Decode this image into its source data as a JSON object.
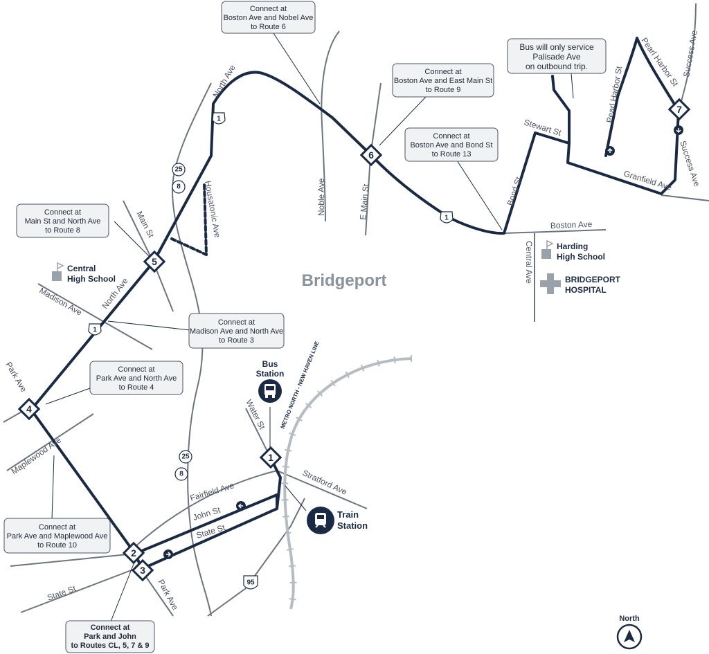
{
  "city": "Bridgeport",
  "streets": {
    "north_ave": "North Ave",
    "north_ave_2": "North Ave",
    "main_st": "Main St",
    "madison_ave": "Madison Ave",
    "park_ave_top": "Park Ave",
    "maplewood_ave": "Maplewood Ave",
    "fairfield_ave": "Fairfield Ave",
    "john_st": "John St",
    "state_st_upper": "State St",
    "state_st_lower": "State St",
    "park_ave_bottom": "Park Ave",
    "housatonic_ave": "Housatonic Ave",
    "water_st": "Water St",
    "stratford_ave": "Stratford Ave",
    "noble_ave": "Noble Ave",
    "e_main_st": "E Main St",
    "bond_st": "Bond St",
    "boston_ave": "Boston Ave",
    "central_ave": "Central Ave",
    "stewart_st": "Stewart St",
    "pearl_harbor_st_1": "Pearl Harbor St",
    "pearl_harbor_st_2": "Pearl Harbor St",
    "success_ave_1": "Success Ave",
    "success_ave_2": "Success Ave",
    "granfield_ave": "Granfield Ave",
    "rail_line": "METRO NORTH - NEW HAVEN LINE"
  },
  "highway_shields": {
    "us1_a": "1",
    "us1_b": "1",
    "us1_c": "1",
    "rt25_a": "25",
    "rt8_a": "8",
    "rt25_b": "25",
    "rt8_b": "8",
    "i95": "95"
  },
  "stops": [
    {
      "num": "1"
    },
    {
      "num": "2"
    },
    {
      "num": "3"
    },
    {
      "num": "4"
    },
    {
      "num": "5"
    },
    {
      "num": "6"
    },
    {
      "num": "7"
    }
  ],
  "callouts": {
    "c_stop6_top": [
      "Connect at",
      "Boston Ave and Nobel Ave",
      "to Route 6"
    ],
    "c_stop6": [
      "Connect at",
      "Boston Ave and East Main St",
      "to Route 9"
    ],
    "c_bond": [
      "Connect at",
      "Boston Ave and Bond St",
      "to Route 13"
    ],
    "c_palisade": [
      "Bus will only service",
      "Palisade Ave",
      "on outbound trip."
    ],
    "c_stop5": [
      "Connect at",
      "Main St and North Ave",
      "to Route 8"
    ],
    "c_madison": [
      "Connect at",
      "Madison Ave and North Ave",
      "to Route 3"
    ],
    "c_stop4": [
      "Connect at",
      "Park Ave and North Ave",
      "to Route 4"
    ],
    "c_maplewood": [
      "Connect at",
      "Park Ave and Maplewood Ave",
      "to Route 10"
    ],
    "c_stop2": [
      "Connect at",
      "Park and John",
      "to Routes CL, 5, 7 & 9"
    ]
  },
  "pois": {
    "central_hs": [
      "Central",
      "High School"
    ],
    "harding_hs": [
      "Harding",
      "High School"
    ],
    "hospital": [
      "BRIDGEPORT",
      "HOSPITAL"
    ],
    "bus_station": [
      "Bus",
      "Station"
    ],
    "train_station": [
      "Train",
      "Station"
    ]
  },
  "north_label": "North",
  "colors": {
    "route": "#1b2a44",
    "street": "#6d7480",
    "rail": "#b7bcc3",
    "callout_bg": "#f1f2f4",
    "poi_gray": "#9aa1aa"
  }
}
